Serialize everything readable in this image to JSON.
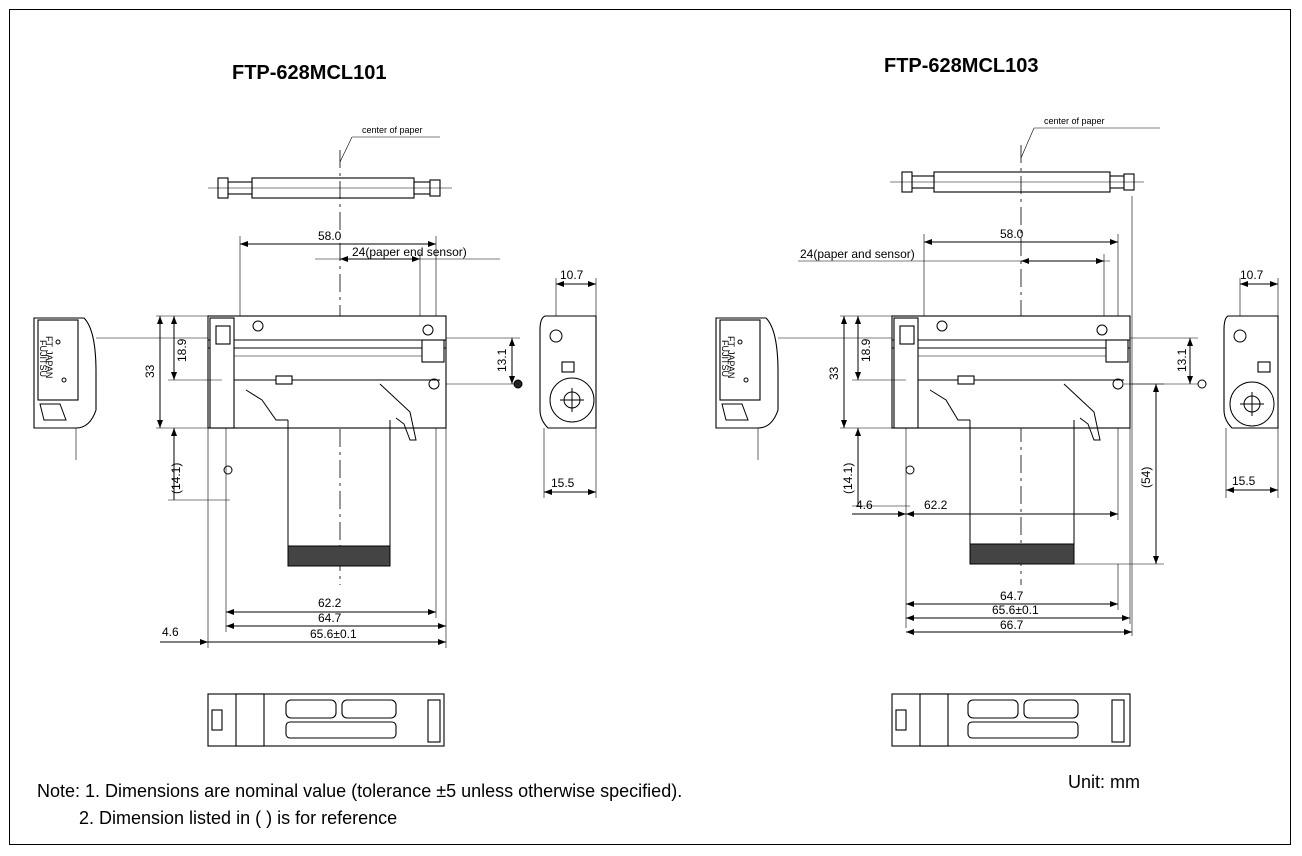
{
  "titles": {
    "left": "FTP-628MCL101",
    "right": "FTP-628MCL103"
  },
  "left_labels": {
    "center_of_paper": "center of paper",
    "d58": "58.0",
    "paper_sensor": "24(paper end sensor)",
    "d10_7": "10.7",
    "d18_9": "18.9",
    "d33": "33",
    "d13_1": "13.1",
    "d14_1": "(14.1)",
    "d15_5": "15.5",
    "d62_2": "62.2",
    "d64_7": "64.7",
    "d4_6": "4.6",
    "d65_6": "65.6±0.1",
    "brand": "FUJITSU",
    "made": "JAPAN",
    "ft": "FT"
  },
  "right_labels": {
    "center_of_paper": "center of paper",
    "d58": "58.0",
    "paper_sensor": "24(paper and sensor)",
    "d10_7": "10.7",
    "d18_9": "18.9",
    "d33": "33",
    "d13_1": "13.1",
    "d14_1": "(14.1)",
    "d15_5": "15.5",
    "d4_6": "4.6",
    "d62_2": "62.2",
    "d54": "(54)",
    "d64_7": "64.7",
    "d65_6": "65.6±0.1",
    "d66_7": "66.7",
    "brand": "FUJITSU",
    "made": "JAPAN",
    "ft": "FT"
  },
  "notes": {
    "line1": "Note:  1. Dimensions are nominal value (tolerance ±5 unless otherwise specified).",
    "line2": "2. Dimension listed in ( ) is for reference",
    "unit": "Unit: mm"
  }
}
